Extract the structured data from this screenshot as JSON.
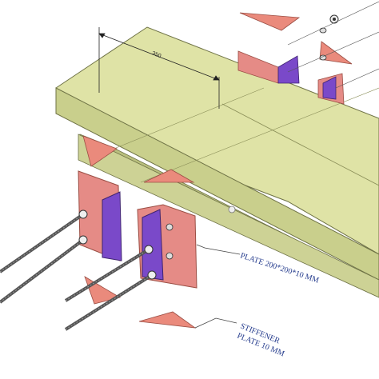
{
  "annotations": {
    "plate_label": "PLATE 200*200*10 MM",
    "stiffener_line1": "STIFFENER",
    "stiffener_line2": "PLATE 10 MM"
  },
  "dimension": {
    "value": "350"
  },
  "colors": {
    "beam_top": "#dfe3a6",
    "beam_front": "#c9cf8c",
    "beam_side": "#b9bf7e",
    "plate_face": "#e58b86",
    "plate_edge": "#c26b67",
    "stiffener": "#7a49c9",
    "gusset": "#ea8a7c",
    "bolt": "#5a5a5a",
    "label": "#233a8c"
  },
  "icons": {
    "bolt": "hex-bolt-icon",
    "nut": "hex-nut-icon",
    "washer": "washer-icon"
  }
}
